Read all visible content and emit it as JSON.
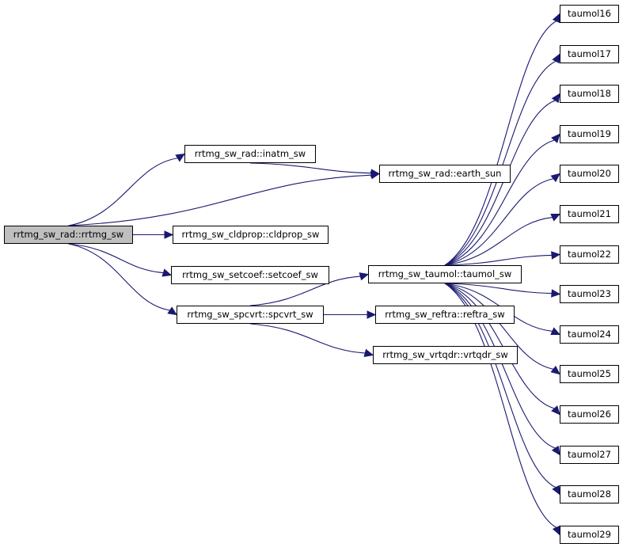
{
  "colors": {
    "edge": "#191970",
    "node_border": "#000000",
    "node_fill": "#ffffff",
    "root_fill": "#bfbfbf"
  },
  "nodes": {
    "rrtmg": "rrtmg_sw_rad::rrtmg_sw",
    "inatm": "rrtmg_sw_rad::inatm_sw",
    "earth_sun": "rrtmg_sw_rad::earth_sun",
    "cldprop": "rrtmg_sw_cldprop::cldprop_sw",
    "setcoef": "rrtmg_sw_setcoef::setcoef_sw",
    "spcvrt": "rrtmg_sw_spcvrt::spcvrt_sw",
    "taumol": "rrtmg_sw_taumol::taumol_sw",
    "reftra": "rrtmg_sw_reftra::reftra_sw",
    "vrtqdr": "rrtmg_sw_vrtqdr::vrtqdr_sw",
    "t16": "taumol16",
    "t17": "taumol17",
    "t18": "taumol18",
    "t19": "taumol19",
    "t20": "taumol20",
    "t21": "taumol21",
    "t22": "taumol22",
    "t23": "taumol23",
    "t24": "taumol24",
    "t25": "taumol25",
    "t26": "taumol26",
    "t27": "taumol27",
    "t28": "taumol28",
    "t29": "taumol29"
  },
  "edges": [
    [
      "rrtmg",
      "inatm"
    ],
    [
      "rrtmg",
      "earth_sun"
    ],
    [
      "rrtmg",
      "cldprop"
    ],
    [
      "rrtmg",
      "setcoef"
    ],
    [
      "rrtmg",
      "spcvrt"
    ],
    [
      "inatm",
      "earth_sun"
    ],
    [
      "spcvrt",
      "taumol"
    ],
    [
      "spcvrt",
      "reftra"
    ],
    [
      "spcvrt",
      "vrtqdr"
    ],
    [
      "taumol",
      "t16"
    ],
    [
      "taumol",
      "t17"
    ],
    [
      "taumol",
      "t18"
    ],
    [
      "taumol",
      "t19"
    ],
    [
      "taumol",
      "t20"
    ],
    [
      "taumol",
      "t21"
    ],
    [
      "taumol",
      "t22"
    ],
    [
      "taumol",
      "t23"
    ],
    [
      "taumol",
      "t24"
    ],
    [
      "taumol",
      "t25"
    ],
    [
      "taumol",
      "t26"
    ],
    [
      "taumol",
      "t27"
    ],
    [
      "taumol",
      "t28"
    ],
    [
      "taumol",
      "t29"
    ]
  ]
}
